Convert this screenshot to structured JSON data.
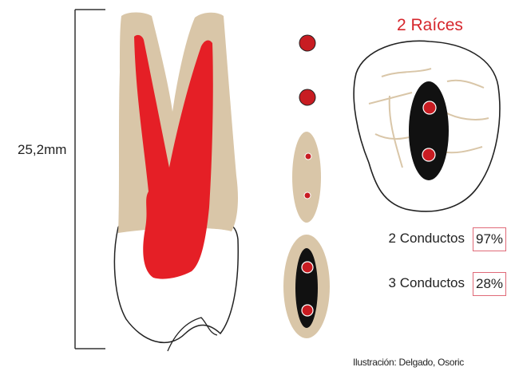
{
  "measurement": "25,2mm",
  "title": "2 Raíces",
  "conduct_rows": [
    {
      "label": "2 Conductos",
      "percent": "97%"
    },
    {
      "label": "3 Conductos",
      "percent": "28%"
    }
  ],
  "credit": "Ilustración: Delgado, Osoric",
  "colors": {
    "dentin": "#d9c6a8",
    "pulp": "#e51f26",
    "canal_dot": "#c81c22",
    "enamel": "#ffffff",
    "outline": "#222222",
    "title": "#d6262c",
    "box_border": "#e06a78"
  }
}
